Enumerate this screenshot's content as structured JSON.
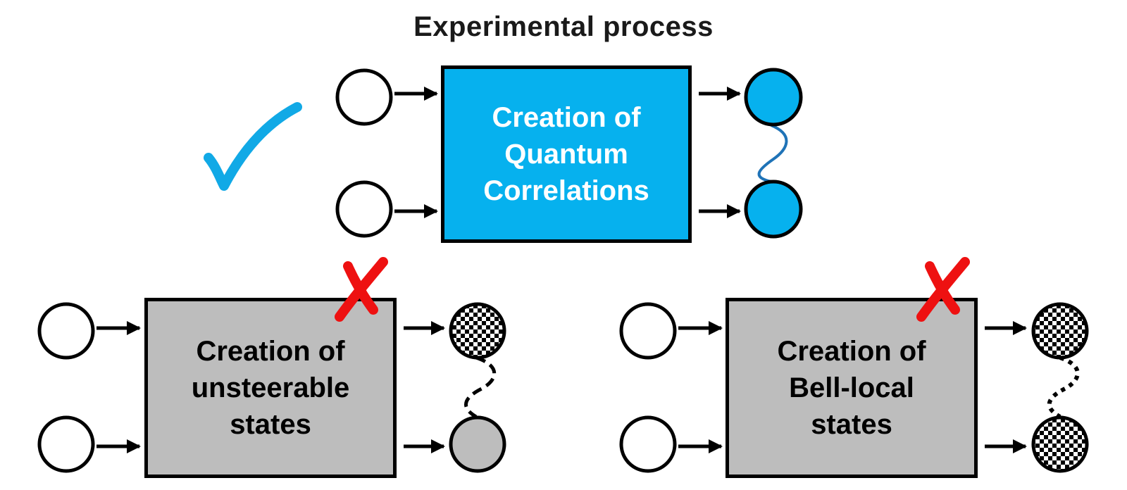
{
  "title": "Experimental process",
  "colors": {
    "quantum_fill": "#06b1ee",
    "check": "#11a9e6",
    "wave": "#1f73b7",
    "classical_fill": "#bdbdbd",
    "cross": "#ee1111"
  },
  "processes": [
    {
      "lines": [
        "Creation of",
        "Quantum",
        "Correlations"
      ],
      "verdict": "allowed",
      "verdict_icon": "checkmark-icon",
      "outputs": [
        "filled-blue",
        "filled-blue"
      ],
      "link": "wavy-solid"
    },
    {
      "lines": [
        "Creation of",
        "unsteerable",
        "states"
      ],
      "verdict": "forbidden",
      "verdict_icon": "cross-icon",
      "outputs": [
        "checkered",
        "filled-gray"
      ],
      "link": "wavy-dashed"
    },
    {
      "lines": [
        "Creation of",
        "Bell-local",
        "states"
      ],
      "verdict": "forbidden",
      "verdict_icon": "cross-icon",
      "outputs": [
        "checkered",
        "checkered"
      ],
      "link": "wavy-dotted"
    }
  ]
}
